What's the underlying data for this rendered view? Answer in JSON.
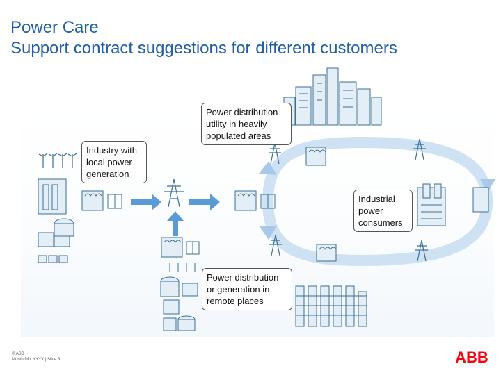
{
  "slide": {
    "title": "Power Care",
    "subtitle": "Support contract suggestions for different customers"
  },
  "callouts": {
    "utility": [
      "Power distribution",
      "utility in heavily",
      "populated areas"
    ],
    "industry": [
      "Industry with",
      "local power",
      "generation"
    ],
    "consumers": [
      "Industrial",
      "power",
      "consumers"
    ],
    "remote": [
      "Power distribution",
      "or generation in",
      "remote places"
    ]
  },
  "footer": {
    "copyright": "© ABB",
    "meta": "Month DD, YYYY | Slide 3"
  },
  "logo": {
    "text": "ABB",
    "color": "#ff000f"
  },
  "colors": {
    "title": "#1f5ea8",
    "arrow": "#5b9bd5",
    "ring": "#cfe2f3",
    "icon": "#3a6f96",
    "icon_fill": "#e4eef6"
  }
}
